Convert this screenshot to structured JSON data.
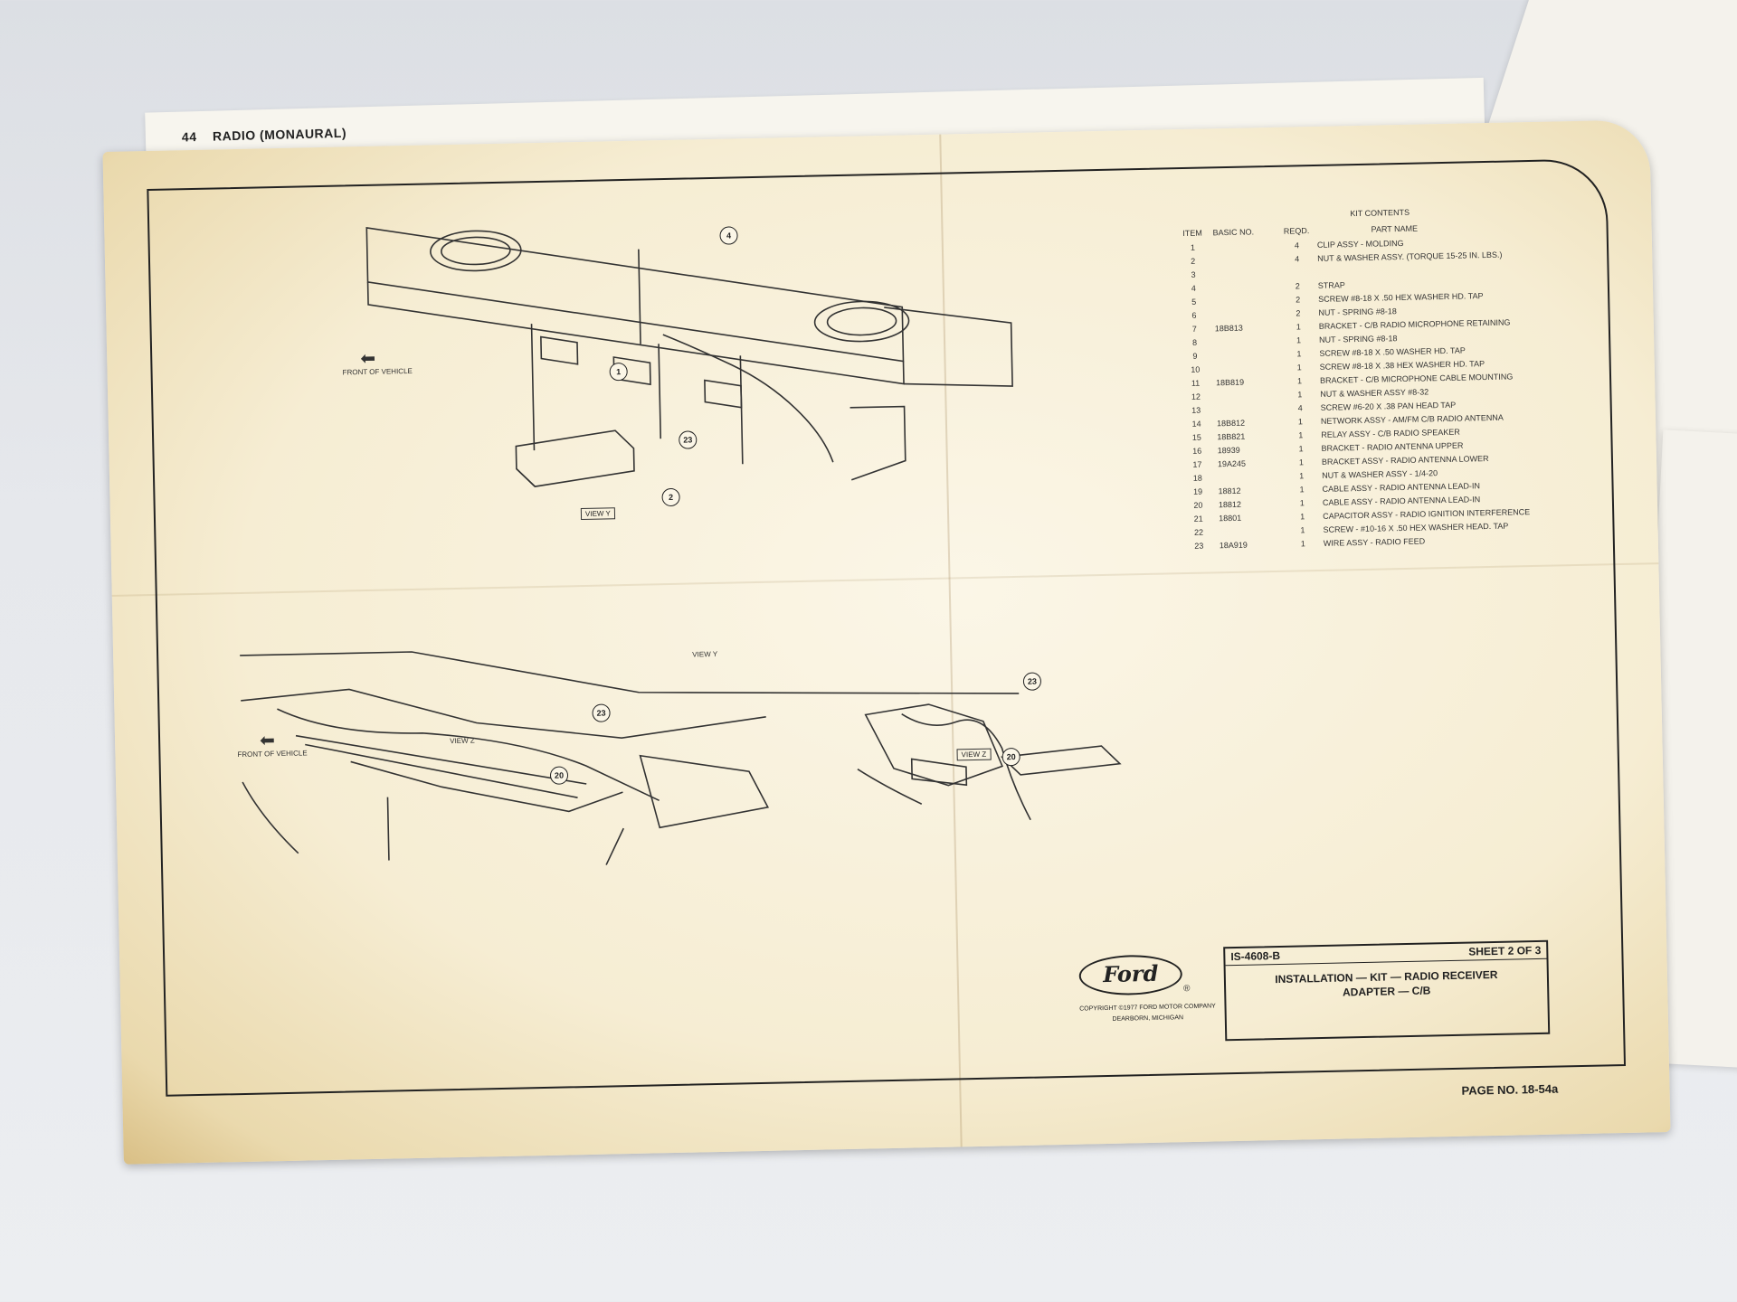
{
  "header": {
    "page_number": "44",
    "section": "RADIO (MONAURAL)"
  },
  "kit_table": {
    "title": "KIT CONTENTS",
    "columns": [
      "ITEM",
      "BASIC NO.",
      "REQD.",
      "PART NAME"
    ],
    "rows": [
      {
        "item": "1",
        "basic": "",
        "reqd": "4",
        "name": "CLIP ASSY - MOLDING"
      },
      {
        "item": "2",
        "basic": "",
        "reqd": "4",
        "name": "NUT & WASHER ASSY. (TORQUE 15-25 IN. LBS.)"
      },
      {
        "item": "3",
        "basic": "",
        "reqd": "",
        "name": ""
      },
      {
        "item": "4",
        "basic": "",
        "reqd": "2",
        "name": "STRAP"
      },
      {
        "item": "5",
        "basic": "",
        "reqd": "2",
        "name": "SCREW #8-18 X .50 HEX WASHER HD. TAP"
      },
      {
        "item": "6",
        "basic": "",
        "reqd": "2",
        "name": "NUT - SPRING #8-18"
      },
      {
        "item": "7",
        "basic": "18B813",
        "reqd": "1",
        "name": "BRACKET - C/B RADIO MICROPHONE RETAINING"
      },
      {
        "item": "8",
        "basic": "",
        "reqd": "1",
        "name": "NUT - SPRING #8-18"
      },
      {
        "item": "9",
        "basic": "",
        "reqd": "1",
        "name": "SCREW #8-18 X .50 WASHER HD. TAP"
      },
      {
        "item": "10",
        "basic": "",
        "reqd": "1",
        "name": "SCREW #8-18 X .38 HEX WASHER HD. TAP"
      },
      {
        "item": "11",
        "basic": "18B819",
        "reqd": "1",
        "name": "BRACKET - C/B MICROPHONE CABLE MOUNTING"
      },
      {
        "item": "12",
        "basic": "",
        "reqd": "1",
        "name": "NUT & WASHER ASSY #8-32"
      },
      {
        "item": "13",
        "basic": "",
        "reqd": "4",
        "name": "SCREW #6-20 X .38 PAN HEAD TAP"
      },
      {
        "item": "14",
        "basic": "18B812",
        "reqd": "1",
        "name": "NETWORK ASSY - AM/FM C/B RADIO ANTENNA"
      },
      {
        "item": "15",
        "basic": "18B821",
        "reqd": "1",
        "name": "RELAY ASSY - C/B RADIO SPEAKER"
      },
      {
        "item": "16",
        "basic": "18939",
        "reqd": "1",
        "name": "BRACKET - RADIO ANTENNA UPPER"
      },
      {
        "item": "17",
        "basic": "19A245",
        "reqd": "1",
        "name": "BRACKET ASSY - RADIO ANTENNA LOWER"
      },
      {
        "item": "18",
        "basic": "",
        "reqd": "1",
        "name": "NUT & WASHER ASSY - 1/4-20"
      },
      {
        "item": "19",
        "basic": "18812",
        "reqd": "1",
        "name": "CABLE ASSY - RADIO ANTENNA LEAD-IN"
      },
      {
        "item": "20",
        "basic": "18812",
        "reqd": "1",
        "name": "CABLE ASSY - RADIO ANTENNA LEAD-IN"
      },
      {
        "item": "21",
        "basic": "18801",
        "reqd": "1",
        "name": "CAPACITOR ASSY - RADIO IGNITION INTERFERENCE"
      },
      {
        "item": "22",
        "basic": "",
        "reqd": "1",
        "name": "SCREW - #10-16 X .50 HEX WASHER HEAD. TAP"
      },
      {
        "item": "23",
        "basic": "18A919",
        "reqd": "1",
        "name": "WIRE ASSY - RADIO FEED"
      }
    ]
  },
  "drawing": {
    "front_of_vehicle": "FRONT OF VEHICLE",
    "view_y": "VIEW Y",
    "view_z": "VIEW Z",
    "callouts": [
      "4",
      "1",
      "2",
      "23",
      "23",
      "20",
      "23",
      "20"
    ]
  },
  "title_block": {
    "doc_number": "IS-4608-B",
    "sheet": "SHEET 2 OF 3",
    "title_line1": "INSTALLATION — KIT — RADIO RECEIVER",
    "title_line2": "ADAPTER — C/B"
  },
  "brand": {
    "logo_text": "Ford",
    "registered": "®",
    "copyright": "COPYRIGHT ©1977 FORD MOTOR COMPANY",
    "location": "DEARBORN, MICHIGAN"
  },
  "page_no": "PAGE NO. 18-54a",
  "colors": {
    "paper": "#f6edd3",
    "ink": "#222222",
    "background": "#e4e6ea"
  }
}
